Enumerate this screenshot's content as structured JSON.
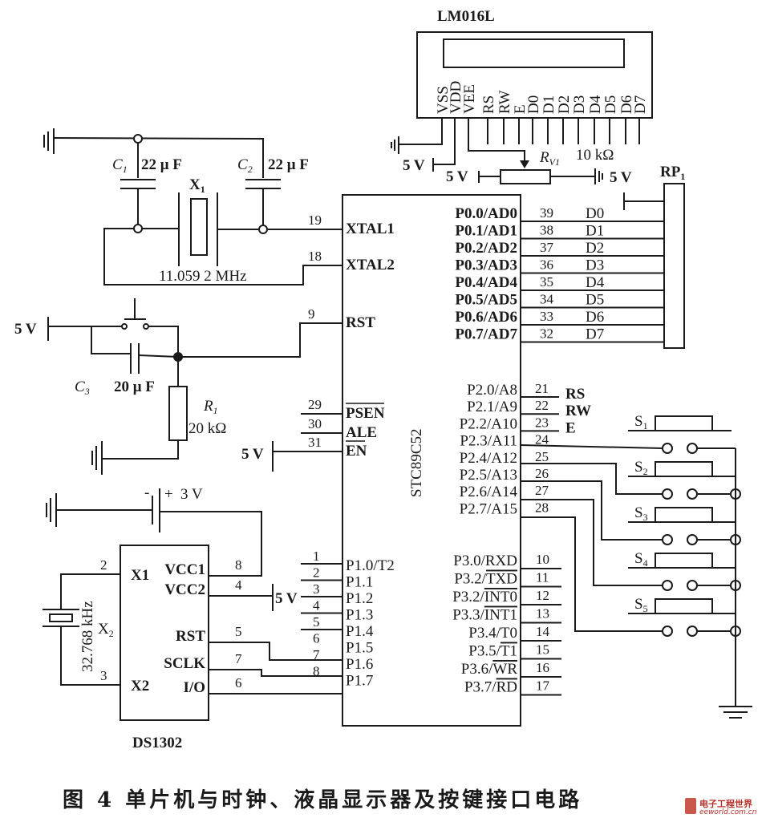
{
  "figure": {
    "caption": "图 4   单片机与时钟、液晶显示器及按键接口电路",
    "watermark": {
      "line1": "电子工程世界",
      "line2": "eeworld.com.cn",
      "accent_color": "#b5312a"
    }
  },
  "lcd": {
    "name": "LM016L",
    "pins": [
      "VSS",
      "VDD",
      "VEE",
      "RS",
      "RW",
      "E",
      "D0",
      "D1",
      "D2",
      "D3",
      "D4",
      "D5",
      "D6",
      "D7"
    ],
    "vdd_supply": "5 V",
    "pot": {
      "name": "R",
      "sub": "V1",
      "value": "10 kΩ",
      "left_supply": "5 V",
      "right_supply": "5 V"
    }
  },
  "pullup": {
    "name": "RP",
    "sub": "1",
    "supply": "5 V"
  },
  "osc": {
    "c1": {
      "name": "C",
      "sub": "1",
      "value": "22  μ F"
    },
    "c2": {
      "name": "C",
      "sub": "2",
      "value": "22  μ F"
    },
    "crystal": {
      "name": "X",
      "sub": "1",
      "freq": "11.059 2 MHz"
    }
  },
  "reset": {
    "supply": "5 V",
    "c3": {
      "name": "C",
      "sub": "3",
      "value": "20  μ F"
    },
    "r1": {
      "name": "R",
      "sub": "1",
      "value": "20 kΩ"
    }
  },
  "mcu": {
    "name": "STC89C52",
    "left_pins": [
      {
        "num": "19",
        "label": "XTAL1"
      },
      {
        "num": "18",
        "label": "XTAL2"
      },
      {
        "num": "9",
        "label": "RST"
      },
      {
        "num": "29",
        "label": "PSEN",
        "overbar": true
      },
      {
        "num": "30",
        "label": "ALE"
      },
      {
        "num": "31",
        "label": "EN",
        "overbar": true
      }
    ],
    "ea_supply": "5 V",
    "p1_pins": [
      {
        "num": "1",
        "label": "P1.0/T2"
      },
      {
        "num": "2",
        "label": "P1.1"
      },
      {
        "num": "3",
        "label": "P1.2"
      },
      {
        "num": "4",
        "label": "P1.3"
      },
      {
        "num": "5",
        "label": "P1.4"
      },
      {
        "num": "6",
        "label": "P1.5"
      },
      {
        "num": "7",
        "label": "P1.6"
      },
      {
        "num": "8",
        "label": "P1.7"
      }
    ],
    "p0_pins": [
      {
        "num": "39",
        "label": "P0.0/AD0",
        "net": "D0"
      },
      {
        "num": "38",
        "label": "P0.1/AD1",
        "net": "D1"
      },
      {
        "num": "37",
        "label": "P0.2/AD2",
        "net": "D2"
      },
      {
        "num": "36",
        "label": "P0.3/AD3",
        "net": "D3"
      },
      {
        "num": "35",
        "label": "P0.4/AD4",
        "net": "D4"
      },
      {
        "num": "34",
        "label": "P0.5/AD5",
        "net": "D5"
      },
      {
        "num": "33",
        "label": "P0.6/AD6",
        "net": "D6"
      },
      {
        "num": "32",
        "label": "P0.7/AD7",
        "net": "D7"
      }
    ],
    "p2_pins": [
      {
        "num": "21",
        "label": "P2.0/A8",
        "net": "RS"
      },
      {
        "num": "22",
        "label": "P2.1/A9",
        "net": "RW"
      },
      {
        "num": "23",
        "label": "P2.2/A10",
        "net": "E"
      },
      {
        "num": "24",
        "label": "P2.3/A11",
        "net": ""
      },
      {
        "num": "25",
        "label": "P2.4/A12",
        "net": ""
      },
      {
        "num": "26",
        "label": "P2.5/A13",
        "net": ""
      },
      {
        "num": "27",
        "label": "P2.6/A14",
        "net": ""
      },
      {
        "num": "28",
        "label": "P2.7/A15",
        "net": ""
      }
    ],
    "p3_pins": [
      {
        "num": "10",
        "prefix": "P3.0/",
        "func": "RXD",
        "overbar": false
      },
      {
        "num": "11",
        "prefix": "P3.2/",
        "func": "TXD",
        "overbar": true
      },
      {
        "num": "12",
        "prefix": "P3.2/",
        "func": "INT0",
        "overbar": true
      },
      {
        "num": "13",
        "prefix": "P3.3/",
        "func": "INT1",
        "overbar": true
      },
      {
        "num": "14",
        "prefix": "P3.4/",
        "func": "T0",
        "overbar": false
      },
      {
        "num": "15",
        "prefix": "P3.5/",
        "func": "T1",
        "overbar": true
      },
      {
        "num": "16",
        "prefix": "P3.6/",
        "func": "WR",
        "overbar": true
      },
      {
        "num": "17",
        "prefix": "P3.7/",
        "func": "RD",
        "overbar": true
      }
    ]
  },
  "rtc": {
    "name": "DS1302",
    "battery": "3 V",
    "battery_minus": "-",
    "battery_plus": "+",
    "vcc2_supply": "5 V",
    "crystal": {
      "name": "X",
      "sub": "2",
      "freq": "32.768 kHz"
    },
    "left_pins": [
      {
        "num": "2",
        "label": "X1"
      },
      {
        "num": "3",
        "label": "X2"
      }
    ],
    "right_pins": [
      {
        "num": "8",
        "label": "VCC1"
      },
      {
        "num": "4",
        "label": "VCC2"
      },
      {
        "num": "5",
        "label": "RST"
      },
      {
        "num": "7",
        "label": "SCLK"
      },
      {
        "num": "6",
        "label": "I/O"
      }
    ]
  },
  "keys": [
    {
      "name": "S",
      "sub": "1"
    },
    {
      "name": "S",
      "sub": "2"
    },
    {
      "name": "S",
      "sub": "3"
    },
    {
      "name": "S",
      "sub": "4"
    },
    {
      "name": "S",
      "sub": "5"
    }
  ]
}
